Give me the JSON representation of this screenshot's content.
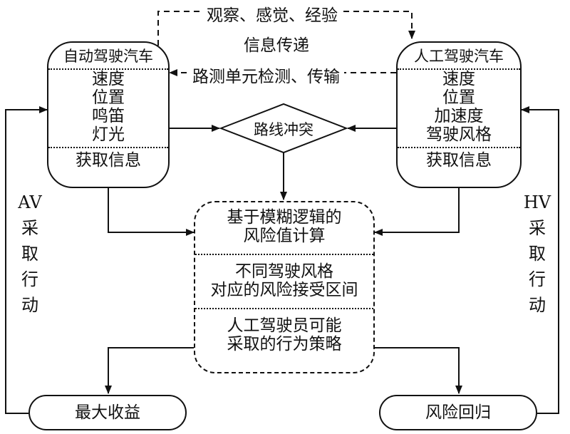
{
  "top_flow": {
    "observe_label": "观察、感觉、经验",
    "info_label": "信息传递",
    "road_label": "路测单元检测、传输"
  },
  "av_box": {
    "title": "自动驾驶汽车",
    "items": [
      "速度",
      "位置",
      "鸣笛",
      "灯光"
    ],
    "footer": "获取信息"
  },
  "hv_box": {
    "title": "人工驾驶汽车",
    "items": [
      "速度",
      "位置",
      "加速度",
      "驾驶风格"
    ],
    "footer": "获取信息"
  },
  "conflict": {
    "label": "路线冲突"
  },
  "center_box": {
    "section1": [
      "基于模糊逻辑的",
      "风险值计算"
    ],
    "section2": [
      "不同驾驶风格",
      "对应的风险接受区间"
    ],
    "section3": [
      "人工驾驶员可能",
      "采取的行为策略"
    ]
  },
  "left_side": {
    "chars": [
      "AV",
      "采",
      "取",
      "行",
      "动"
    ]
  },
  "right_side": {
    "chars": [
      "HV",
      "采",
      "取",
      "行",
      "动"
    ]
  },
  "outcomes": {
    "max_benefit": "最大收益",
    "risk_return": "风险回归"
  }
}
